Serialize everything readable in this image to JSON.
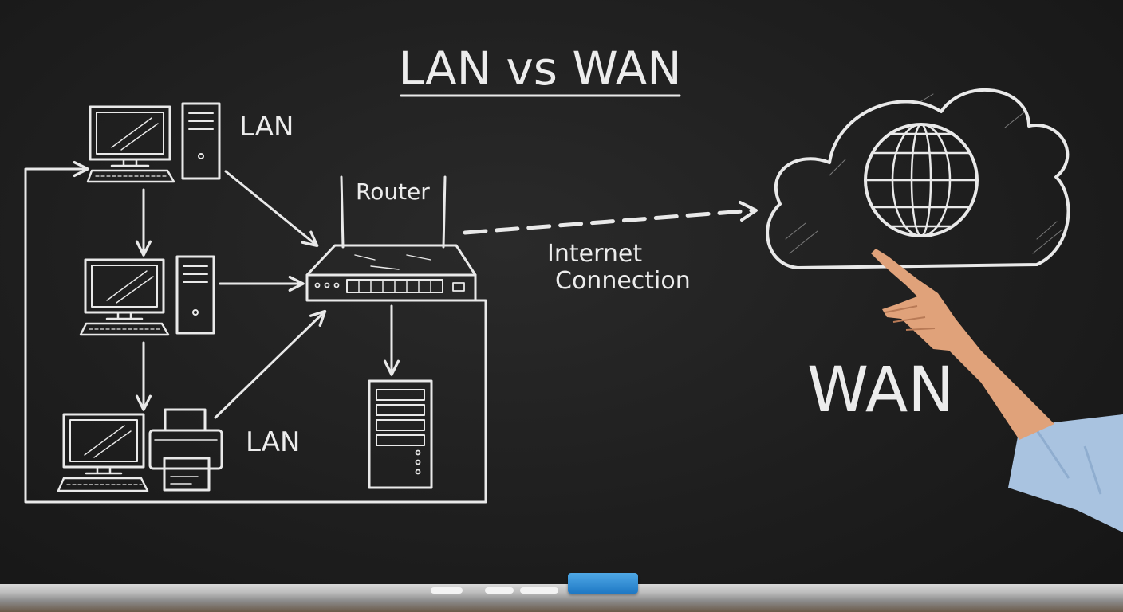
{
  "title": "LAN vs WAN",
  "labels": {
    "lan_top": "LAN",
    "lan_bottom": "LAN",
    "router": "Router",
    "internet_line1": "Internet",
    "internet_line2": "Connection",
    "wan": "WAN"
  },
  "colors": {
    "board": "#1e1e1e",
    "chalk": "#e9e9e9",
    "eraser": "#2b8fdb",
    "tray": "#bdbdbd"
  },
  "icons": [
    "computer-icon",
    "tower-icon",
    "printer-icon",
    "router-icon",
    "server-icon",
    "cloud-icon",
    "globe-icon",
    "hand-icon"
  ]
}
